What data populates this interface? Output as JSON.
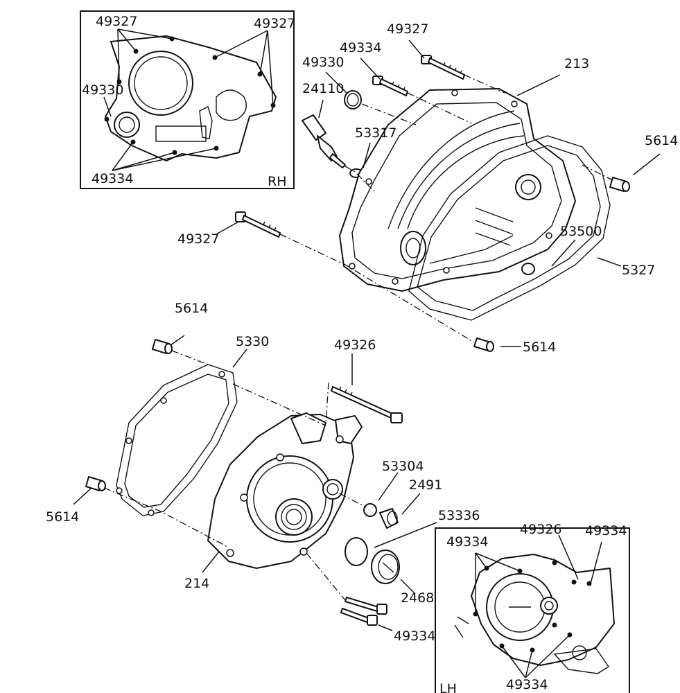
{
  "labels": {
    "rh_inset": {
      "tag": "RH",
      "p49327_top_left": "49327",
      "p49327_top_right": "49327",
      "p49330": "49330",
      "p49334": "49334"
    },
    "upper": {
      "p49327_bolt_top": "49327",
      "p49334": "49334",
      "p49330": "49330",
      "p24110": "24110",
      "p53317": "53317",
      "p213": "213",
      "p5614_right": "5614",
      "p53500": "53500",
      "p5327": "5327",
      "p49327_long_bolt": "49327",
      "p5614_bottom": "5614"
    },
    "lower": {
      "p5614_top": "5614",
      "p5330": "5330",
      "p49326": "49326",
      "p53304": "53304",
      "p2491": "2491",
      "p53336": "53336",
      "p5614_left": "5614",
      "p214": "214",
      "p2468": "2468",
      "p49334": "49334"
    },
    "lh_inset": {
      "tag": "LH",
      "p49334_left": "49334",
      "p49326": "49326",
      "p49334_right": "49334",
      "p49334_bottom": "49334"
    }
  },
  "colors": {
    "ink": "#111111",
    "paper": "#ffffff"
  }
}
